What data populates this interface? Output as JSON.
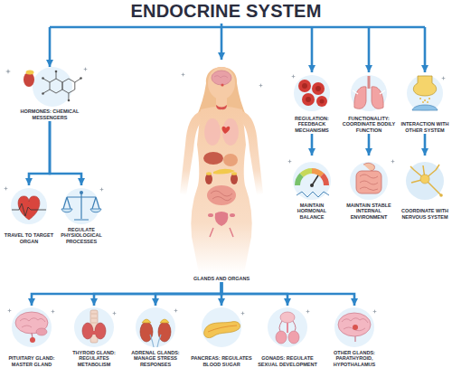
{
  "diagram": {
    "title": "ENDOCRINE SYSTEM",
    "nodes": [
      {
        "text": [
          "HORMONES: CHEMICAL MESSENGERS"
        ]
      },
      {
        "text": [
          "TRAVEL TO TARGET ORGAN"
        ]
      },
      {
        "text": [
          "REGULATE PHYSIOLOGICAL PROCESSES"
        ]
      },
      {
        "text": [
          "GLANDS AND ORGANS"
        ]
      },
      {
        "text": [
          "REGULATION: FEEDBACK MECHANISMS"
        ]
      },
      {
        "text": [
          "FUNCTIONALITY: COORDINATE BODILY FUNCTION"
        ]
      },
      {
        "text": [
          "INTERACTION WITH OTHER SYSTEM"
        ]
      },
      {
        "text": [
          "MAINTAIN HORMONAL BALANCE"
        ]
      },
      {
        "text": [
          "MAINTAIN STABLE INTERNAL ENVIRONMENT"
        ]
      },
      {
        "text": [
          "COORDINATE WITH NERVOUS SYSTEM"
        ]
      },
      {
        "text": [
          "PITUITARY GLAND: MASTER GLAND"
        ]
      },
      {
        "text": [
          "THYROID GLAND: REGULATES METABOLISM"
        ]
      },
      {
        "text": [
          "ADRENAL GLANDS: MANAGE STRESS RESPONSES"
        ]
      },
      {
        "text": [
          "PANCREAS: REGULATES BLOOD SUGAR"
        ]
      },
      {
        "text": [
          "GONADS: REGULATE SEXUAL DEVELOPMENT"
        ]
      },
      {
        "text": [
          "OTHER GLANDS: PARATHYROID, HYPOTHALAMUS"
        ]
      }
    ],
    "edges": [
      {
        "from": 0,
        "to": 1,
        "arrow": "to"
      },
      {
        "from": 0,
        "to": 2,
        "arrow": "to"
      },
      {
        "from": 4,
        "to": 7,
        "arrow": "to"
      },
      {
        "from": 5,
        "to": 8,
        "arrow": "to"
      },
      {
        "from": 6,
        "to": 9,
        "arrow": "to"
      },
      {
        "from": 3,
        "to": 10,
        "arrow": "to"
      },
      {
        "from": 3,
        "to": 11,
        "arrow": "to"
      },
      {
        "from": 3,
        "to": 12,
        "arrow": "to"
      },
      {
        "from": 3,
        "to": 13,
        "arrow": "to"
      },
      {
        "from": 3,
        "to": 14,
        "arrow": "to"
      },
      {
        "from": 3,
        "to": 15,
        "arrow": "to"
      }
    ]
  }
}
